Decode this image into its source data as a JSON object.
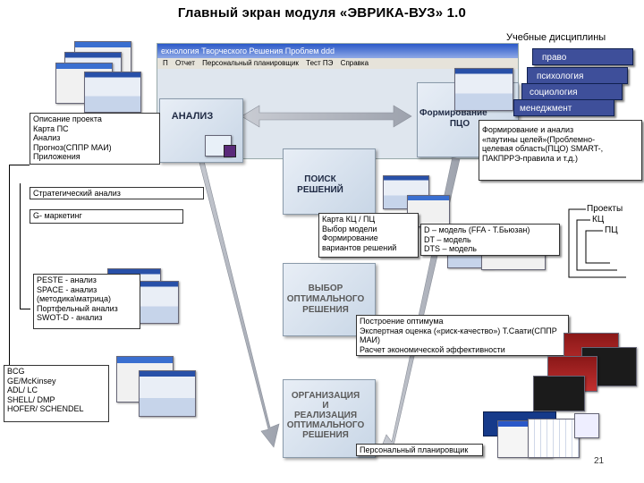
{
  "title": "Главный экран модуля «ЭВРИКА-ВУЗ» 1.0",
  "disciplines_label": "Учебные дисциплины",
  "disciplines": [
    "право",
    "психология",
    "социология",
    "менеджмент"
  ],
  "window": {
    "title": "ехнология Творческого Решения Проблем ddd",
    "menu": [
      "П",
      "Отчет",
      "Персональный планировщик",
      "Тест ПЭ",
      "Справка"
    ]
  },
  "stages": {
    "analysis": "АНАЛИЗ",
    "formation_1": "Формирование",
    "formation_2": "ПЦО",
    "search_1": "ПОИСК",
    "search_2": "РЕШЕНИЙ",
    "choice_1": "ВЫБОР",
    "choice_2": "ОПТИМАЛЬНОГО",
    "choice_3": "РЕШЕНИЯ",
    "org_1": "ОРГАНИЗАЦИЯ",
    "org_2": "И",
    "org_3": "РЕАЛИЗАЦИЯ",
    "org_4": "ОПТИМАЛЬНОГО",
    "org_5": "РЕШЕНИЯ"
  },
  "project_box": [
    "Описание проекта",
    "Карта ПС",
    "Анализ",
    "Прогноз(СППР МАИ)",
    "Приложения"
  ],
  "strategic": "Стратегический анализ",
  "gmarketing": "G- маркетинг",
  "peste": [
    "PESTE - анализ",
    "SPACE - анализ",
    "(методика\\матрица)",
    "Портфельный анализ",
    "SWOT-D - анализ"
  ],
  "bcg": [
    "BCG",
    "GE/McKinsey",
    "ADL/ LC",
    "SHELL/ DMP",
    "HOFER/ SCHENDEL"
  ],
  "formation_box": [
    "Формирование и анализ",
    "«паутины целей»(Проблемно-",
    "целевая область(ПЦО) SMART-,",
    "ПАКПРРЭ-правила и т.д.)"
  ],
  "kc_box": [
    "Карта КЦ / ПЦ",
    "Выбор модели",
    "Формирование",
    "вариантов решений"
  ],
  "model_box": [
    "D – модель (FFA -  Т.Бьюзан)",
    "DT – модель",
    "DTS – модель"
  ],
  "projects": [
    "Проекты",
    "КЦ",
    "ПЦ"
  ],
  "optimum_box": [
    "Построение оптимума",
    "Экспертная оценка («риск-качество») Т.Саати(СППР",
    "МАИ)",
    "Расчет экономической эффективности"
  ],
  "planner": "Персональный планировщик",
  "page_number": "21",
  "colors": {
    "discipline_card": "#3e4f9a",
    "arrow": "#b8bcc4",
    "panel_text": "#1f2a44"
  }
}
